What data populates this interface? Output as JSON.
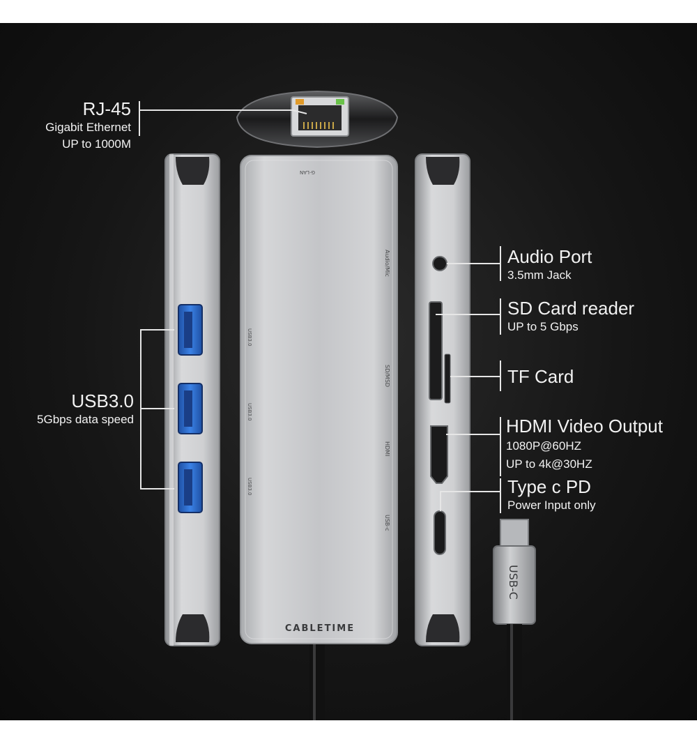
{
  "device_text": {
    "brand": "CABLETIME",
    "lan_label": "G-LAN",
    "audio_label": "Audio/Mic",
    "sd_label": "SD/MSD",
    "hdmi_label": "HDMI",
    "usbc_label": "USB-c",
    "usb_port_label": "USB3.0",
    "cable_label": "USB-C"
  },
  "callouts": {
    "rj45": {
      "title": "RJ-45",
      "line1": "Gigabit Ethernet",
      "line2": "UP to 1000M"
    },
    "usb": {
      "title": "USB3.0",
      "line1": "5Gbps data speed"
    },
    "audio": {
      "title": "Audio Port",
      "line1": "3.5mm Jack"
    },
    "sd": {
      "title": "SD Card reader",
      "line1": "UP to 5 Gbps"
    },
    "tf": {
      "title": "TF Card"
    },
    "hdmi": {
      "title": "HDMI Video Output",
      "line1": "1080P@60HZ",
      "line2": "UP to 4k@30HZ"
    },
    "typec": {
      "title": "Type c PD",
      "line1": "Power Input only"
    }
  },
  "colors": {
    "aluminum": "#c9cacc",
    "usb_blue": "#2f6fd6",
    "background": "#151515"
  }
}
